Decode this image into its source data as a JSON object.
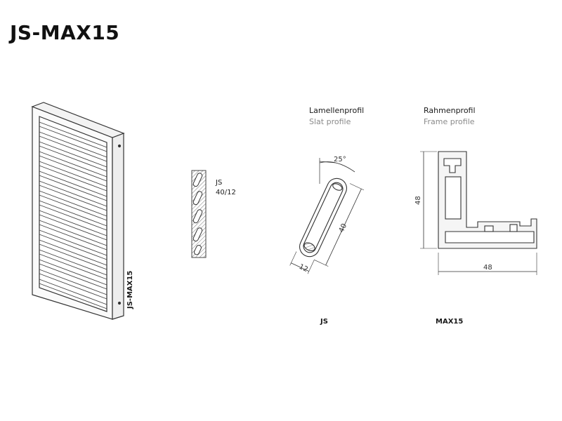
{
  "title": "JS-MAX15",
  "product_label_vertical": "JS-MAX15",
  "slat_profile": {
    "label_de": "Lamellenprofil",
    "label_en": "Slat profile",
    "angle": "25°",
    "length_dim": "40",
    "thickness_dim": "12",
    "caption": "JS"
  },
  "frame_profile": {
    "label_de": "Rahmenprofil",
    "label_en": "Frame profile",
    "height_dim": "48",
    "width_dim": "48",
    "caption": "MAX15"
  },
  "section_callout": {
    "line1": "JS",
    "line2": "40/12"
  },
  "colors": {
    "line": "#333333",
    "fill_light": "#f0f0f0",
    "hatch": "#555555"
  }
}
